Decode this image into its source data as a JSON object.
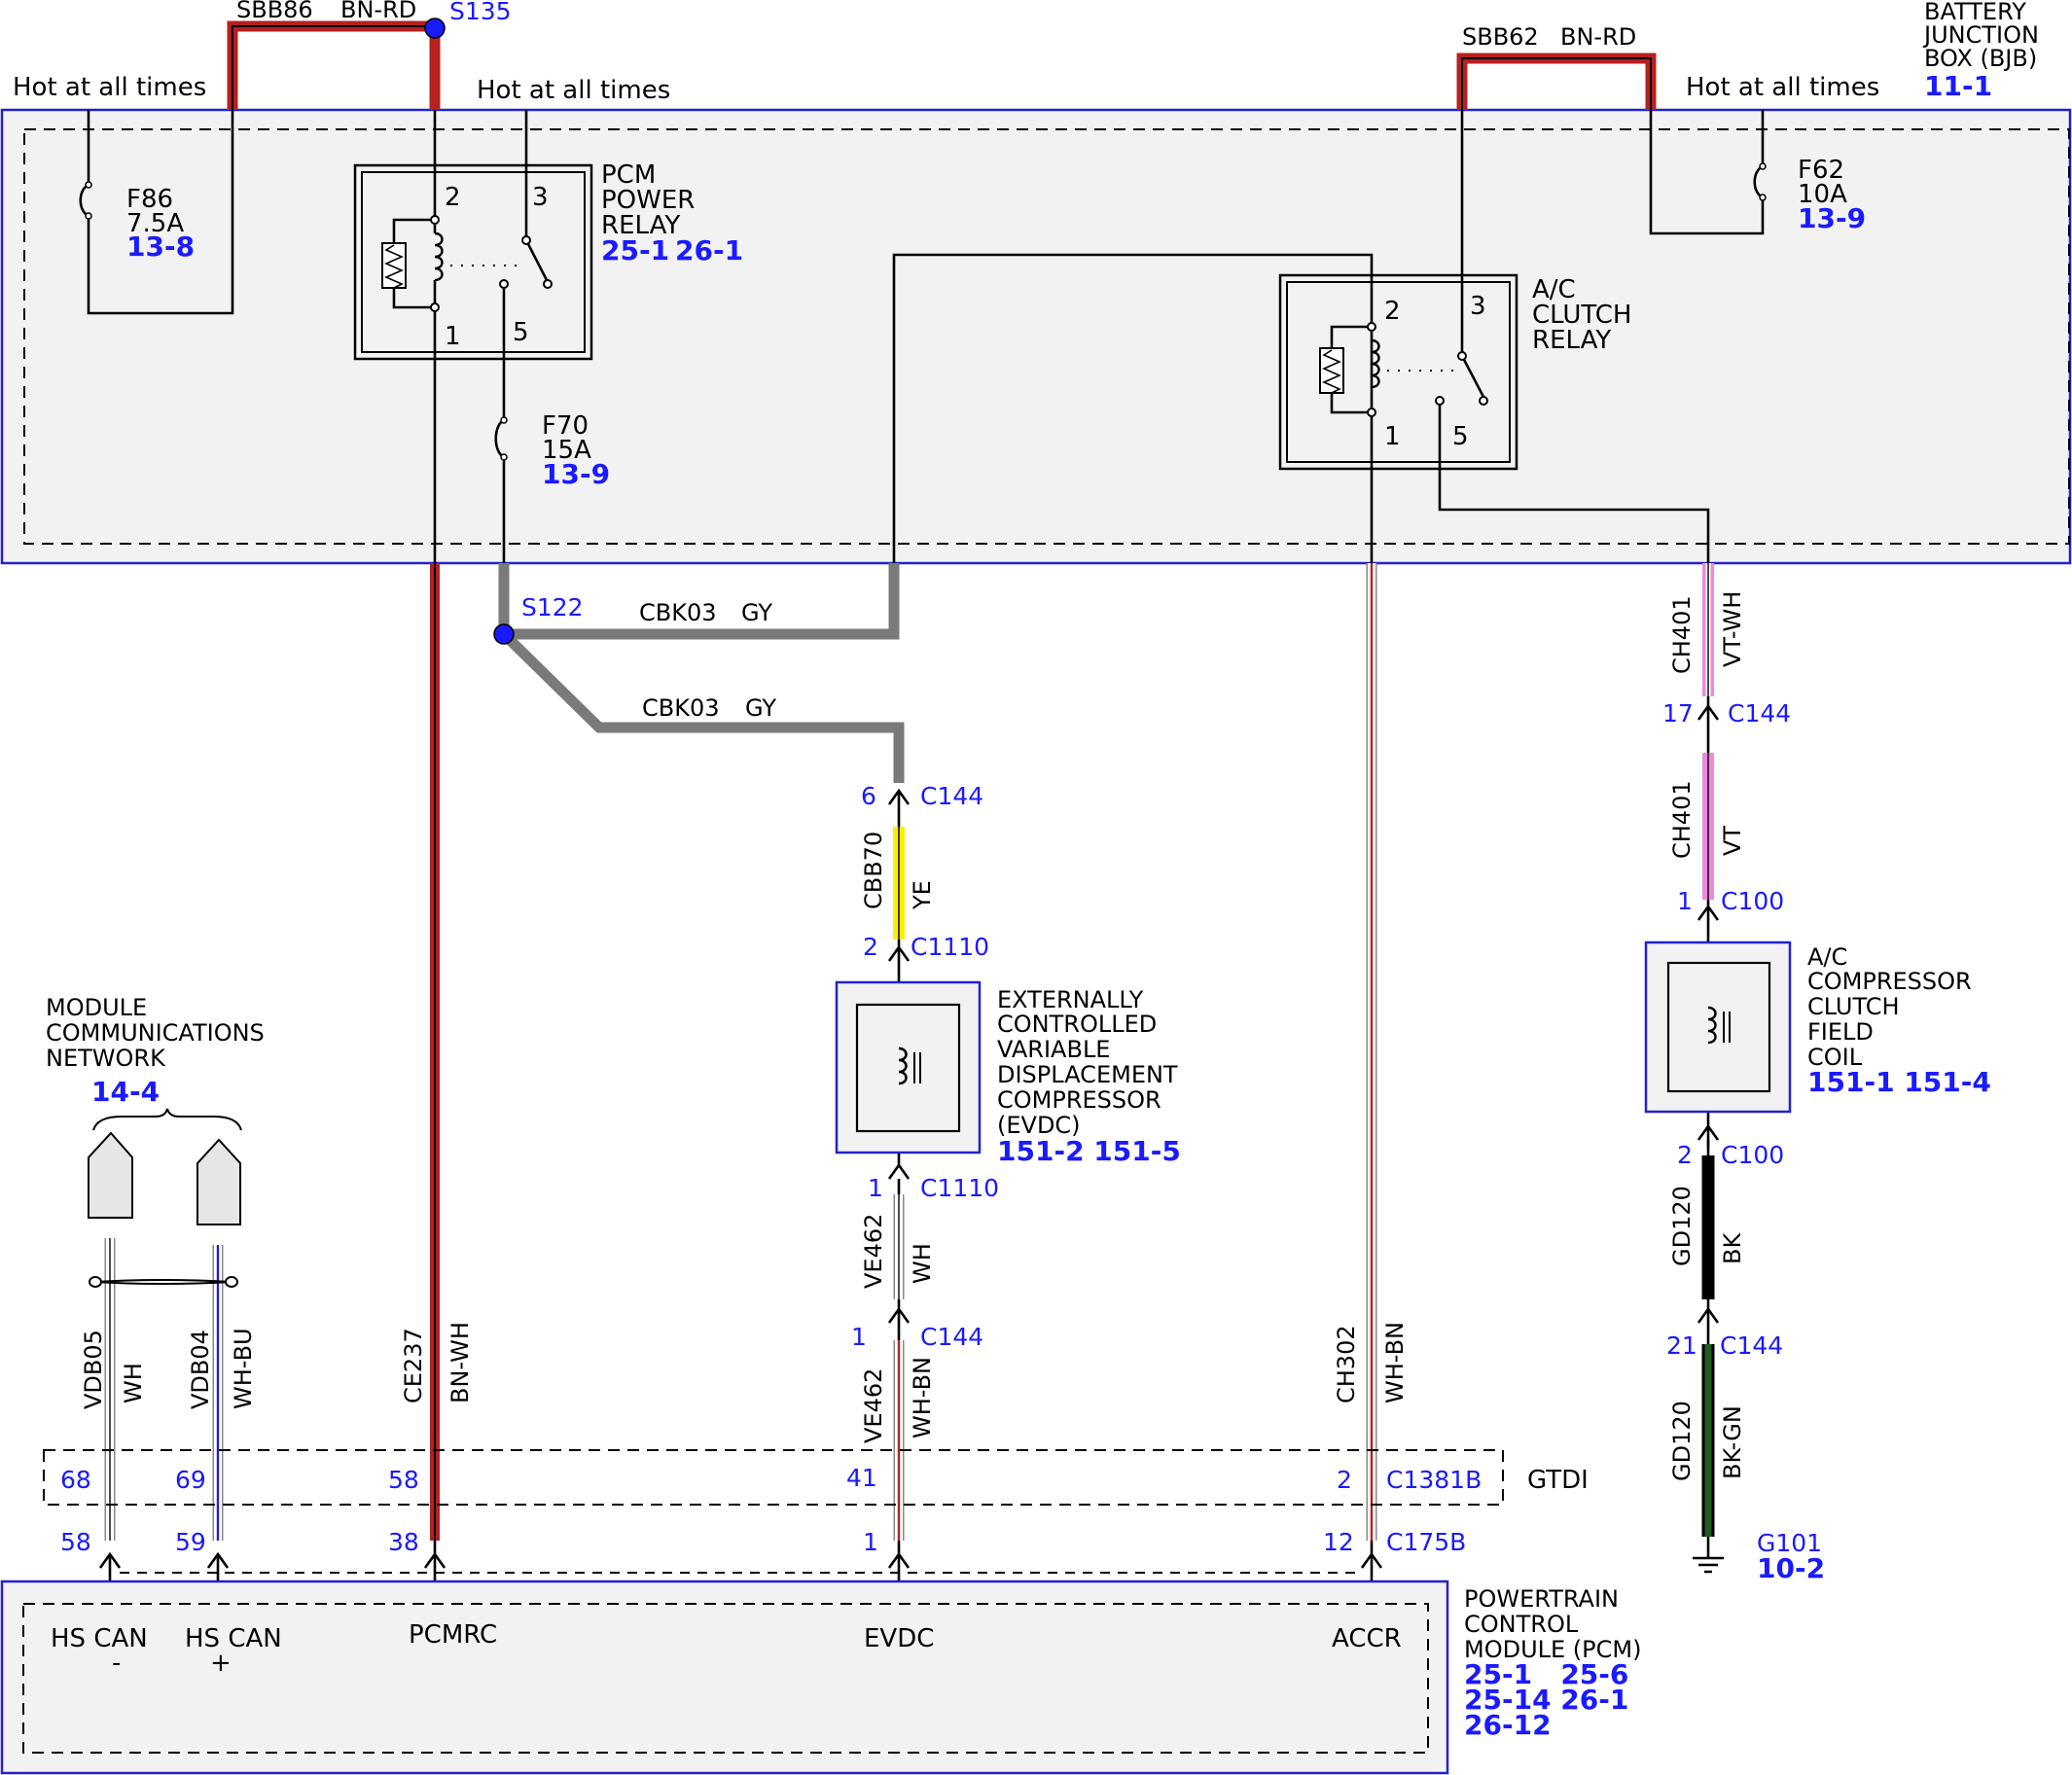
{
  "colors": {
    "bn_rd": "#b52020",
    "gy": "#7a7a7a",
    "ye": "#ffee00",
    "vt": "#ee88dd",
    "bk": "#000000",
    "gn": "#1f5c1f",
    "bu": "#2222cc",
    "box_fill": "#f2f2f2",
    "box_border": "#2222cc",
    "ref_blue": "#1a1aff"
  },
  "bjb": {
    "title_lines": [
      "BATTERY",
      "JUNCTION",
      "BOX (BJB)"
    ],
    "ref": "11-1"
  },
  "sbb86": {
    "circuit": "SBB86",
    "color": "BN-RD"
  },
  "s135": "S135",
  "sbb62": {
    "circuit": "SBB62",
    "color": "BN-RD"
  },
  "hot_labels": [
    "Hot at all times",
    "Hot at all times",
    "Hot at all times"
  ],
  "f86": {
    "name": "F86",
    "rating": "7.5A",
    "ref": "13-8"
  },
  "f62": {
    "name": "F62",
    "rating": "10A",
    "ref": "13-9"
  },
  "f70": {
    "name": "F70",
    "rating": "15A",
    "ref": "13-9"
  },
  "pcm_relay": {
    "title_lines": [
      "PCM",
      "POWER",
      "RELAY"
    ],
    "refs": [
      "25-1",
      "26-1"
    ],
    "pins": [
      "2",
      "3",
      "1",
      "5"
    ]
  },
  "ac_relay": {
    "title_lines": [
      "A/C",
      "CLUTCH",
      "RELAY"
    ],
    "pins": [
      "2",
      "3",
      "1",
      "5"
    ]
  },
  "s122": "S122",
  "cbk03_a": {
    "circuit": "CBK03",
    "color": "GY"
  },
  "cbk03_b": {
    "circuit": "CBK03",
    "color": "GY"
  },
  "evdc_wire": {
    "c144_top": {
      "pin": "6",
      "conn": "C144"
    },
    "cbb70": {
      "circuit": "CBB70",
      "color": "YE"
    },
    "c1110_top": {
      "pin": "2",
      "conn": "C1110"
    },
    "c1110_bot": {
      "pin": "1",
      "conn": "C1110"
    },
    "ve462_a": {
      "circuit": "VE462",
      "color": "WH"
    },
    "c144_bot": {
      "pin": "1",
      "conn": "C144"
    },
    "ve462_b": {
      "circuit": "VE462",
      "color": "WH-BN"
    }
  },
  "evdc": {
    "title_lines": [
      "EXTERNALLY",
      "CONTROLLED",
      "VARIABLE",
      "DISPLACEMENT",
      "COMPRESSOR",
      "(EVDC)"
    ],
    "refs": "151-2 151-5"
  },
  "ch401_a": {
    "circuit": "CH401",
    "color": "VT-WH"
  },
  "c144_17": {
    "pin": "17",
    "conn": "C144"
  },
  "ch401_b": {
    "circuit": "CH401",
    "color": "VT"
  },
  "c100_1": {
    "pin": "1",
    "conn": "C100"
  },
  "ac_coil": {
    "title_lines": [
      "A/C",
      "COMPRESSOR",
      "CLUTCH",
      "FIELD",
      "COIL"
    ],
    "refs": "151-1 151-4"
  },
  "c100_2": {
    "pin": "2",
    "conn": "C100"
  },
  "gd120_a": {
    "circuit": "GD120",
    "color": "BK"
  },
  "c144_21": {
    "pin": "21",
    "conn": "C144"
  },
  "gd120_b": {
    "circuit": "GD120",
    "color": "BK-GN"
  },
  "g101": {
    "name": "G101",
    "ref": "10-2"
  },
  "mcn": {
    "title_lines": [
      "MODULE",
      "COMMUNICATIONS",
      "NETWORK"
    ],
    "ref": "14-4"
  },
  "vdb05": {
    "circuit": "VDB05",
    "color": "WH"
  },
  "vdb04": {
    "circuit": "VDB04",
    "color": "WH-BU"
  },
  "ce237": {
    "circuit": "CE237",
    "color": "BN-WH"
  },
  "ch302": {
    "circuit": "CH302",
    "color": "WH-BN"
  },
  "gtdi": {
    "label": "GTDI",
    "conn": "C1381B",
    "pins": [
      "68",
      "69",
      "58",
      "41",
      "2"
    ]
  },
  "c175b": {
    "conn": "C175B",
    "pins": [
      "58",
      "59",
      "38",
      "1",
      "12"
    ]
  },
  "pcm": {
    "title_lines": [
      "POWERTRAIN",
      "CONTROL",
      "MODULE (PCM)"
    ],
    "ref_lines": [
      "25-1   25-6",
      "25-14 26-1",
      "26-12"
    ],
    "pins": {
      "hscan_neg": "HS CAN",
      "hscan_neg_sign": "-",
      "hscan_pos": "HS CAN",
      "hscan_pos_sign": "+",
      "pcmrc": "PCMRC",
      "evdc": "EVDC",
      "accr": "ACCR"
    }
  }
}
